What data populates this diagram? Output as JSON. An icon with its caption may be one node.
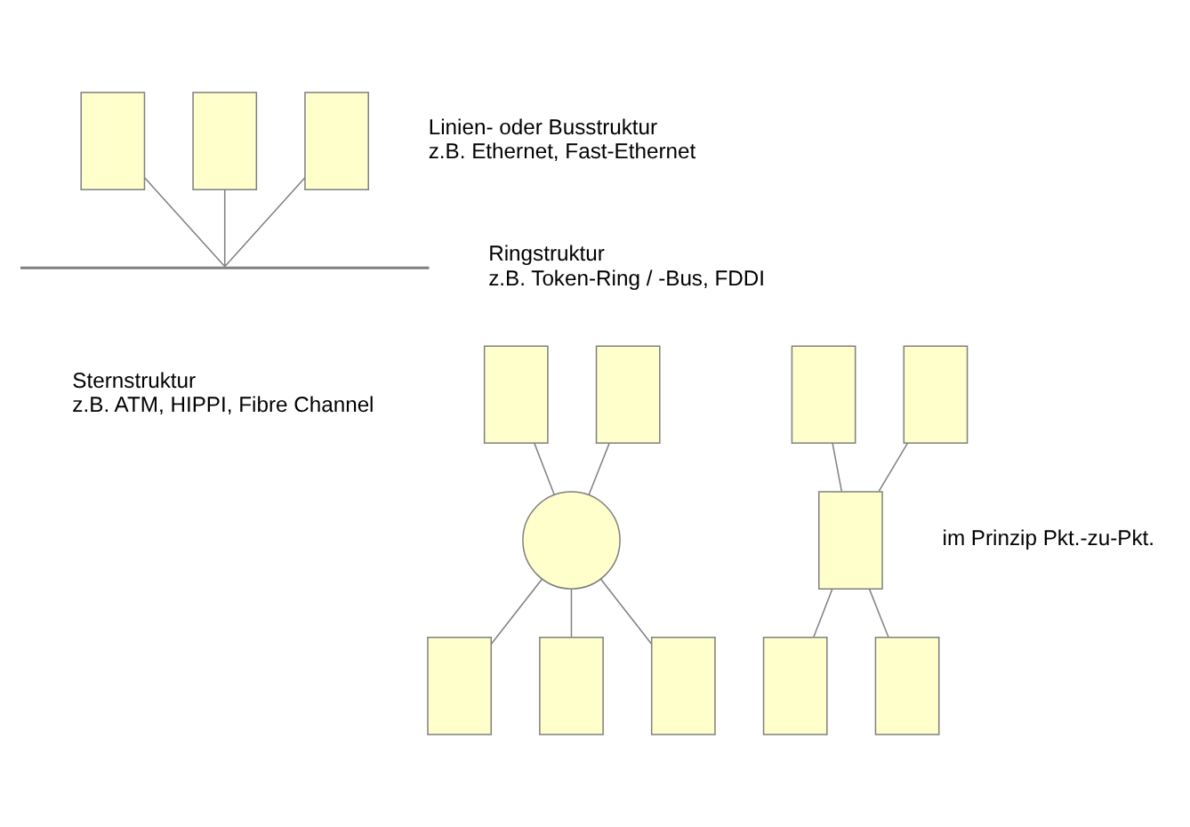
{
  "diagram": {
    "nodes": [
      {
        "text": [],
        "shape": "box"
      },
      {
        "text": [],
        "shape": "box"
      },
      {
        "text": [],
        "shape": "box"
      },
      {
        "text": [],
        "shape": "bar"
      },
      {
        "text": [],
        "shape": "box"
      },
      {
        "text": [],
        "shape": "box"
      },
      {
        "text": [],
        "shape": "circle"
      },
      {
        "text": [],
        "shape": "box"
      },
      {
        "text": [],
        "shape": "box"
      },
      {
        "text": [],
        "shape": "box"
      },
      {
        "text": [],
        "shape": "box"
      },
      {
        "text": [],
        "shape": "box"
      },
      {
        "text": [],
        "shape": "box"
      },
      {
        "text": [],
        "shape": "box"
      },
      {
        "text": [],
        "shape": "box"
      }
    ],
    "edges": [
      {
        "from": 0,
        "to": 3,
        "arrow": "none"
      },
      {
        "from": 1,
        "to": 3,
        "arrow": "none"
      },
      {
        "from": 2,
        "to": 3,
        "arrow": "none"
      },
      {
        "from": 4,
        "to": 6,
        "arrow": "none"
      },
      {
        "from": 5,
        "to": 6,
        "arrow": "none"
      },
      {
        "from": 6,
        "to": 7,
        "arrow": "none"
      },
      {
        "from": 6,
        "to": 8,
        "arrow": "none"
      },
      {
        "from": 6,
        "to": 9,
        "arrow": "none"
      },
      {
        "from": 10,
        "to": 12,
        "arrow": "none"
      },
      {
        "from": 11,
        "to": 12,
        "arrow": "none"
      },
      {
        "from": 12,
        "to": 13,
        "arrow": "none"
      },
      {
        "from": 12,
        "to": 14,
        "arrow": "none"
      }
    ],
    "labels": [
      "Linien- oder Busstruktur z.B. Ethernet, Fast-Ethernet",
      "Ringstruktur z.B. Token-Ring / -Bus, FDDI",
      "Sternstruktur z.B. ATM, HIPPI, Fibre Channel",
      "im Prinzip Pkt.-zu-Pkt."
    ]
  }
}
